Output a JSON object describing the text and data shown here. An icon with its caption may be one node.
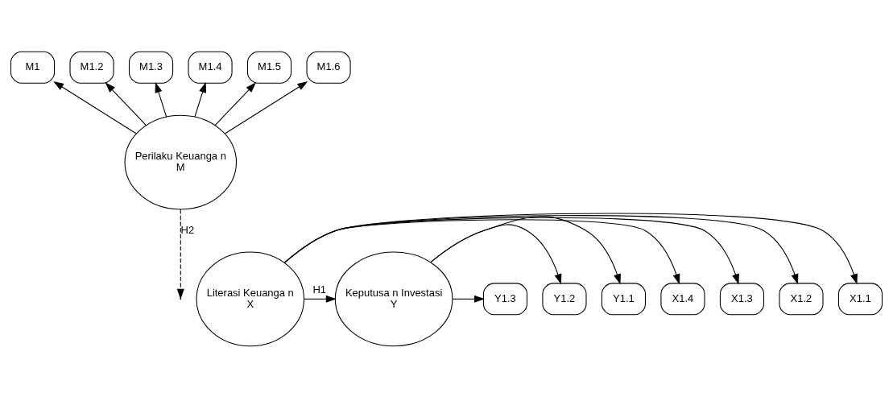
{
  "diagram": {
    "nodes": [
      {
        "text": [
          "M1"
        ]
      },
      {
        "text": [
          "M1.2"
        ]
      },
      {
        "text": [
          "M1.3"
        ]
      },
      {
        "text": [
          "M1.4"
        ]
      },
      {
        "text": [
          "M1.5"
        ]
      },
      {
        "text": [
          "M1.6"
        ]
      },
      {
        "text": [
          "Perilaku Keuanga n",
          "M"
        ]
      },
      {
        "text": [
          "X1.1"
        ]
      },
      {
        "text": [
          "X1.2"
        ]
      },
      {
        "text": [
          "X1.3"
        ]
      },
      {
        "text": [
          "X1.4"
        ]
      },
      {
        "text": [
          "Literasi Keuanga n",
          "X"
        ]
      },
      {
        "text": [
          "Keputusa n Investasi",
          "Y"
        ]
      },
      {
        "text": [
          "Y1.1"
        ]
      },
      {
        "text": [
          "Y1.2"
        ]
      },
      {
        "text": [
          "Y1.3"
        ]
      }
    ],
    "edges": [
      {
        "from": 6,
        "to": 0,
        "arrow": "to"
      },
      {
        "from": 6,
        "to": 1,
        "arrow": "to"
      },
      {
        "from": 6,
        "to": 2,
        "arrow": "to"
      },
      {
        "from": 6,
        "to": 3,
        "arrow": "to"
      },
      {
        "from": 6,
        "to": 4,
        "arrow": "to"
      },
      {
        "from": 6,
        "to": 5,
        "arrow": "to"
      },
      {
        "from": 11,
        "to": 7,
        "arrow": "to"
      },
      {
        "from": 11,
        "to": 8,
        "arrow": "to"
      },
      {
        "from": 11,
        "to": 9,
        "arrow": "to"
      },
      {
        "from": 11,
        "to": 10,
        "arrow": "to"
      },
      {
        "from": 11,
        "to": 12,
        "arrow": "to",
        "label": "H1"
      },
      {
        "from": 6,
        "to": null,
        "arrow": "to",
        "style": "dashed",
        "label": "H2"
      },
      {
        "from": 12,
        "to": 13,
        "arrow": "to"
      },
      {
        "from": 12,
        "to": 14,
        "arrow": "to"
      },
      {
        "from": 12,
        "to": 15,
        "arrow": "to"
      }
    ]
  }
}
